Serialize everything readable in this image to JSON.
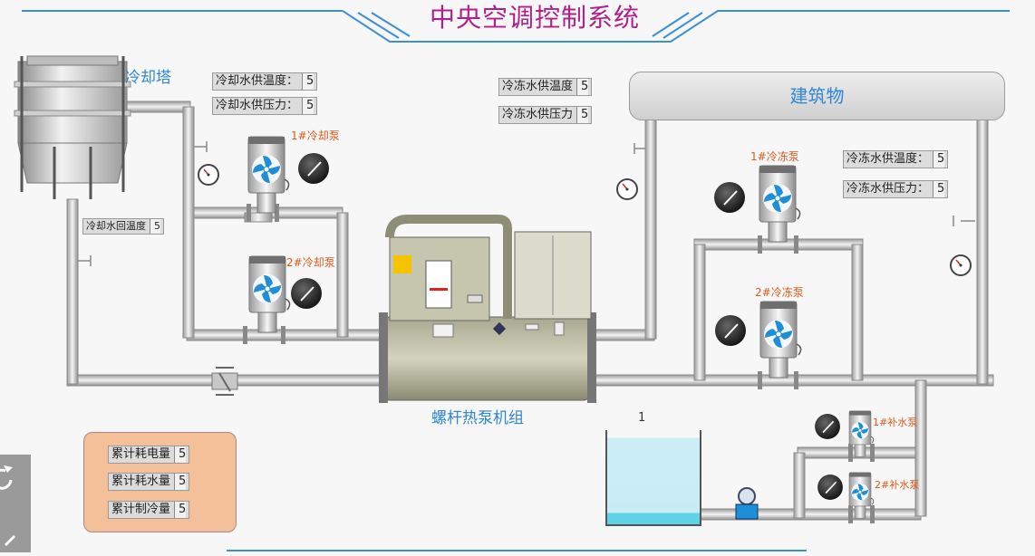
{
  "header": {
    "title": "中央空调控制系统"
  },
  "labels": {
    "cooling_tower": "冷却塔",
    "building": "建筑物",
    "chiller": "螺杆热泵机组",
    "cooling_pump_1": "1#冷却泵",
    "cooling_pump_2": "2#冷却泵",
    "chilled_pump_1": "1#冷冻泵",
    "chilled_pump_2": "2#冷冻泵",
    "makeup_pump_1": "1#补水泵",
    "makeup_pump_2": "2#补水泵",
    "tank_level": "1"
  },
  "readouts": {
    "cw_supply_temp": {
      "label": "冷却水供温度：",
      "value": "5"
    },
    "cw_supply_press": {
      "label": "冷却水供压力：",
      "value": "5"
    },
    "cw_return_temp": {
      "label": "冷却水回温度",
      "value": "5"
    },
    "chw_supply_temp_a": {
      "label": "冷冻水供温度",
      "value": "5"
    },
    "chw_supply_press_a": {
      "label": "冷冻水供压力",
      "value": "5"
    },
    "chw_supply_temp_b": {
      "label": "冷冻水供温度：",
      "value": "5"
    },
    "chw_supply_press_b": {
      "label": "冷冻水供压力：",
      "value": "5"
    }
  },
  "stats": {
    "power": {
      "label": "累计耗电量",
      "value": "5"
    },
    "water": {
      "label": "累计耗水量",
      "value": "5"
    },
    "cooling": {
      "label": "累计制冷量",
      "value": "5"
    }
  },
  "colors": {
    "title": "#b0208c",
    "label_blue": "#2f86d6",
    "pump_label": "#e05a1a",
    "panel": "#f3c09a",
    "pump_blue": "#1e8ed8"
  }
}
